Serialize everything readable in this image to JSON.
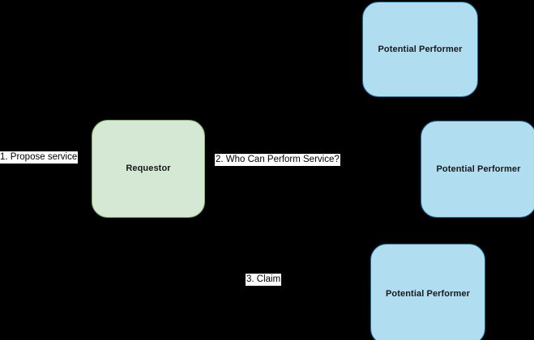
{
  "diagram": {
    "type": "flow-diagram",
    "background_color": "#000000",
    "nodes": [
      {
        "id": "requestor",
        "label": "Requestor",
        "role": "requestor",
        "fill_color": "#d5e8d4",
        "stroke_color": "#82b366",
        "text_color": "#16191c"
      },
      {
        "id": "performer-1",
        "label": "Potential Performer",
        "role": "potential-performer",
        "fill_color": "#b1ddf0",
        "stroke_color": "#10739e",
        "text_color": "#16191c"
      },
      {
        "id": "performer-2",
        "label": "Potential Performer",
        "role": "potential-performer",
        "fill_color": "#b1ddf0",
        "stroke_color": "#10739e",
        "text_color": "#16191c"
      },
      {
        "id": "performer-3",
        "label": "Potential Performer",
        "role": "potential-performer",
        "fill_color": "#b1ddf0",
        "stroke_color": "#10739e",
        "text_color": "#16191c"
      }
    ],
    "edge_labels": [
      {
        "id": "step-1",
        "text": "1. Propose service",
        "step": "1",
        "background_color": "#ffffff",
        "text_color": "#000000"
      },
      {
        "id": "step-2",
        "text": "2. Who Can Perform Service?",
        "step": "2",
        "background_color": "#ffffff",
        "text_color": "#000000"
      },
      {
        "id": "step-3",
        "text": "3. Claim",
        "step": "3",
        "background_color": "#ffffff",
        "text_color": "#000000"
      }
    ]
  }
}
